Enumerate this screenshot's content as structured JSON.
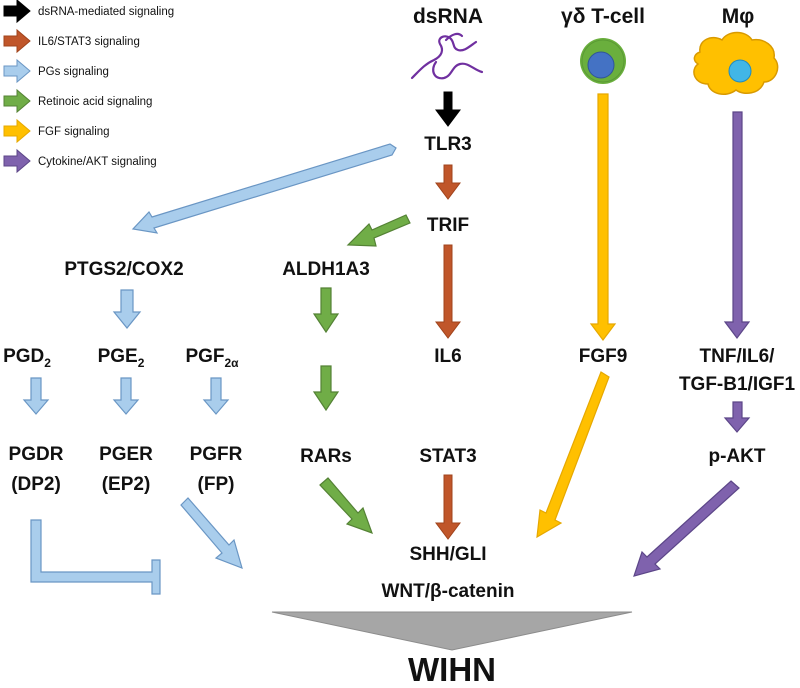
{
  "colors": {
    "black": "#000000",
    "orange": "#c0562a",
    "blue_fill": "#a9cdec",
    "blue_stroke": "#6a96c4",
    "green": "#70ad47",
    "green_stroke": "#548235",
    "yellow": "#ffc000",
    "yellow_stroke": "#e6a800",
    "purple": "#7f62ad",
    "purple_stroke": "#5c4688",
    "gray": "#a6a6a6",
    "cell_outer": "#6aaf3d",
    "cell_inner": "#4472c4",
    "macrophage_body": "#ffc000",
    "macrophage_nucleus": "#41b6e6",
    "dsrna_strand": "#7030a0"
  },
  "legend": [
    {
      "label": "dsRNA-mediated signaling",
      "color": "black"
    },
    {
      "label": "IL6/STAT3 signaling",
      "color": "orange"
    },
    {
      "label": "PGs signaling",
      "color": "blue"
    },
    {
      "label": "Retinoic acid signaling",
      "color": "green"
    },
    {
      "label": "FGF signaling",
      "color": "yellow"
    },
    {
      "label": "Cytokine/AKT signaling",
      "color": "purple"
    }
  ],
  "sources": {
    "dsrna": "dsRNA",
    "tcell": "γδ T-cell",
    "macrophage": "Mφ"
  },
  "nodes": {
    "tlr3": "TLR3",
    "trif": "TRIF",
    "ptgs2": "PTGS2/COX2",
    "aldh1a3": "ALDH1A3",
    "pgd2": {
      "main": "PGD",
      "sub": "2"
    },
    "pge2": {
      "main": "PGE",
      "sub": "2"
    },
    "pgf2a": {
      "main": "PGF",
      "sub": "2α"
    },
    "il6": "IL6",
    "fgf9": "FGF9",
    "cytokines_line1": "TNF/IL6/",
    "cytokines_line2": "TGF-B1/IGF1",
    "pgdr": "PGDR",
    "pgdr_sub": "(DP2)",
    "pger": "PGER",
    "pger_sub": "(EP2)",
    "pgfr": "PGFR",
    "pgfr_sub": "(FP)",
    "rars": "RARs",
    "stat3": "STAT3",
    "pakt": "p-AKT",
    "shh": "SHH/GLI",
    "wnt": "WNT/β-catenin"
  },
  "outcome": "WIHN"
}
